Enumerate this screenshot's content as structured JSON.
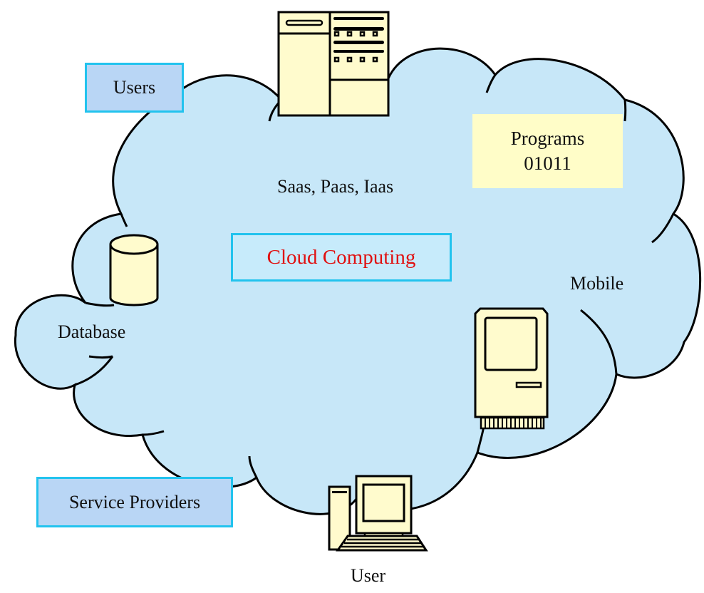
{
  "diagram": {
    "title": "Cloud Computing",
    "service_models": "Saas, Paas, Iaas",
    "colors": {
      "cloud_fill": "#c7e7f8",
      "cloud_stroke": "#000000",
      "device_fill": "#fffbcd",
      "label_box_fill": "#b9d6f5",
      "label_box_border": "#22c3ee",
      "title_text": "#e01010"
    },
    "labels": {
      "users": "Users",
      "service_providers": "Service Providers",
      "programs_line1": "Programs",
      "programs_line2": "01011",
      "database": "Database",
      "mobile": "Mobile",
      "user": "User"
    },
    "icons": [
      "server-rack-icon",
      "database-cylinder-icon",
      "mobile-computer-icon",
      "desktop-computer-icon"
    ]
  }
}
